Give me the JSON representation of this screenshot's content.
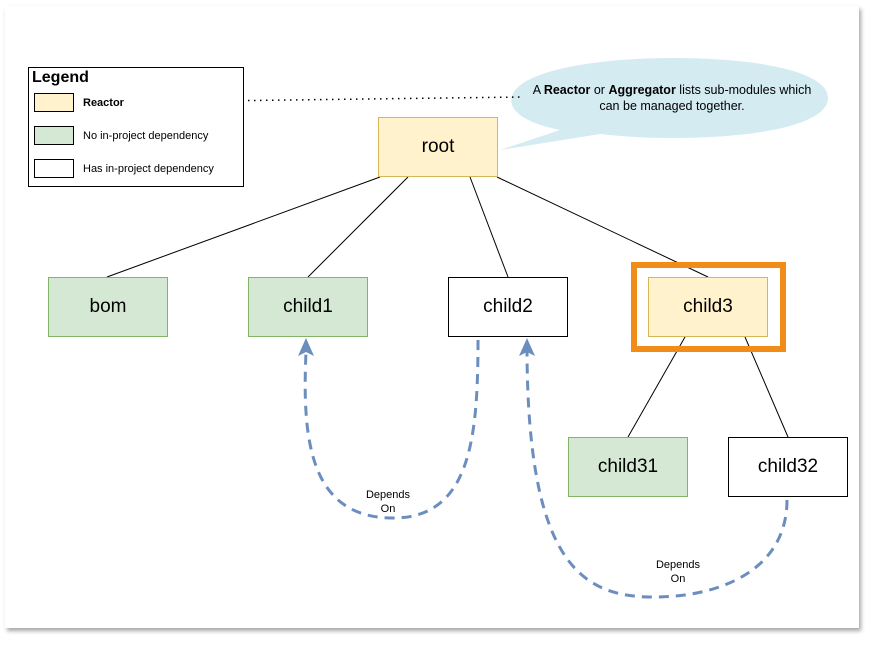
{
  "legend": {
    "title": "Legend",
    "items": [
      {
        "label": "Reactor",
        "color": "#fff2cc"
      },
      {
        "label": "No in-project dependency",
        "color": "#d5e8d4"
      },
      {
        "label": "Has in-project dependency",
        "color": "#ffffff"
      }
    ]
  },
  "callout": {
    "prefix": "A ",
    "term1": "Reactor",
    "mid": " or ",
    "term2": "Aggregator",
    "rest": " lists sub-modules which can be managed together."
  },
  "nodes": {
    "root": "root",
    "bom": "bom",
    "child1": "child1",
    "child2": "child2",
    "child3": "child3",
    "child31": "child31",
    "child32": "child32"
  },
  "dependencies": [
    {
      "from": "child2",
      "to": "child1",
      "line1": "Depends",
      "line2": "On"
    },
    {
      "from": "child32",
      "to": "child2",
      "line1": "Depends",
      "line2": "On"
    }
  ],
  "colors": {
    "reactor": "#fff2cc",
    "no_dependency": "#d5e8d4",
    "has_dependency": "#ffffff",
    "highlight": "#f28c18",
    "dependency_arrow": "#6c8ebf",
    "callout_fill": "#d4ebf2"
  }
}
